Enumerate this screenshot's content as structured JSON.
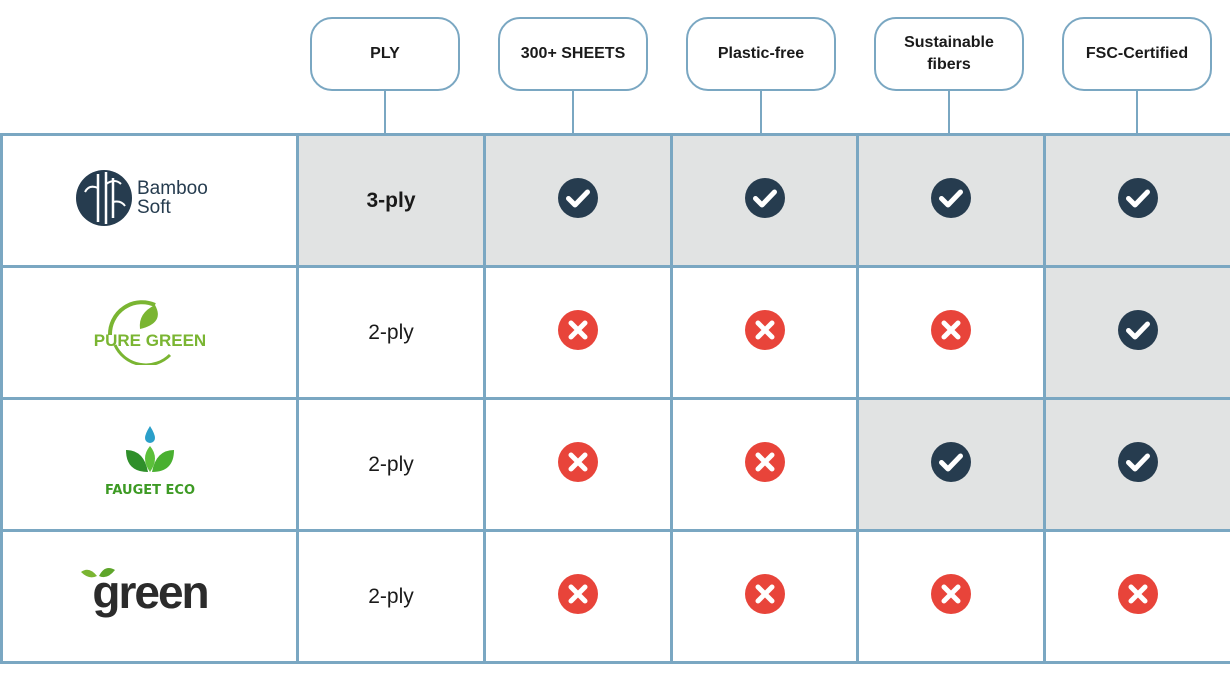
{
  "headers": [
    "PLY",
    "300+ SHEETS",
    "Plastic-free",
    "Sustainable fibers",
    "FSC-Certified"
  ],
  "brands": [
    {
      "logo_text": [
        "Bamboo",
        "Soft"
      ],
      "ply": "3-ply",
      "features": [
        "check",
        "check",
        "check",
        "check"
      ],
      "highlight": [
        true,
        true,
        true,
        true,
        true
      ]
    },
    {
      "logo_text": [
        "PURE GREEN"
      ],
      "ply": "2-ply",
      "features": [
        "cross",
        "cross",
        "cross",
        "check"
      ],
      "highlight": [
        false,
        false,
        false,
        false,
        true
      ]
    },
    {
      "logo_text": [
        "FAUGET ECO"
      ],
      "ply": "2-ply",
      "features": [
        "cross",
        "cross",
        "check",
        "check"
      ],
      "highlight": [
        false,
        false,
        false,
        true,
        true
      ]
    },
    {
      "logo_text": [
        "green"
      ],
      "ply": "2-ply",
      "features": [
        "cross",
        "cross",
        "cross",
        "cross"
      ],
      "highlight": [
        false,
        false,
        false,
        false,
        false
      ]
    }
  ],
  "colors": {
    "border": "#7aa7c2",
    "highlight": "#e1e3e3",
    "check": "#263c4f",
    "cross": "#e8443a",
    "brand_green": "#7ab532",
    "brand_navy": "#263c4f"
  },
  "icons": {
    "check": "check-circle-icon",
    "cross": "cross-circle-icon"
  }
}
